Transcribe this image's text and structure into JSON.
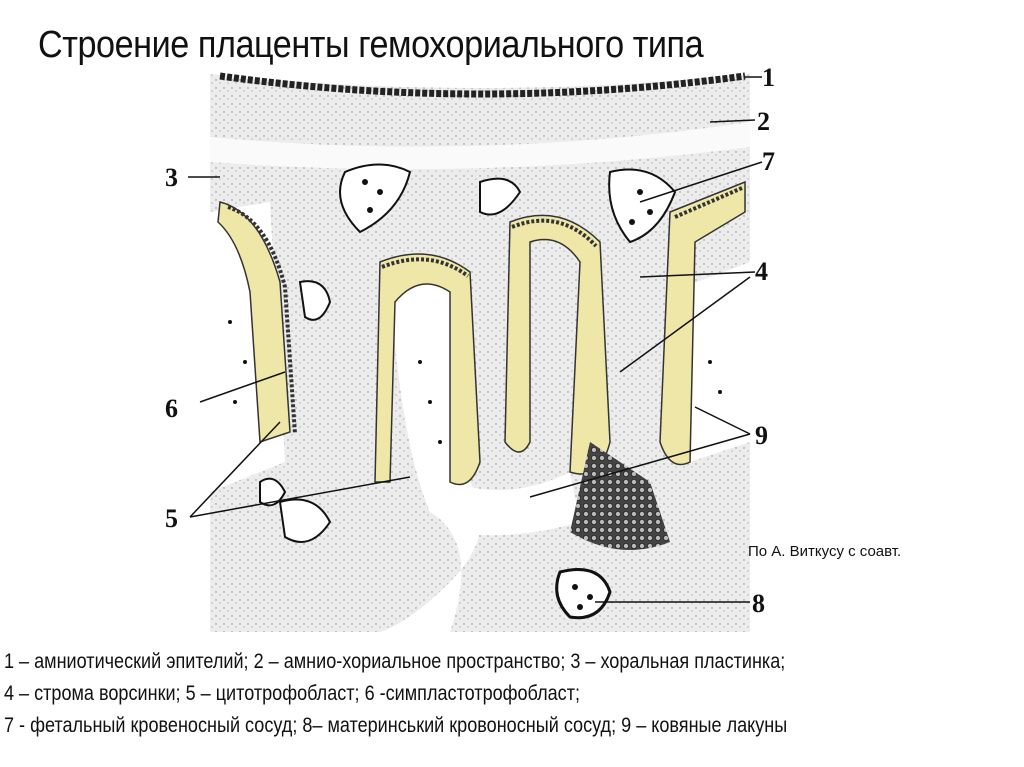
{
  "slide": {
    "title": "Строение плаценты гемохориального типа",
    "credit": "По А. Виткусу с соавт."
  },
  "figure": {
    "labels": [
      "1",
      "2",
      "3",
      "4",
      "5",
      "6",
      "7",
      "8",
      "9"
    ],
    "colors": {
      "background": "#ffffff",
      "tissue": "#ececec",
      "syncytium": "#efe7a8",
      "ink": "#1a1a1a"
    }
  },
  "legend": {
    "lines": [
      "1 – амниотический эпителий; 2 – амнио-хориальное пространство; 3 – хоральная пластинка;",
      "4 – строма ворсинки; 5 – цитотрофобласт; 6 -симпластотрофобласт;",
      "7 - фетальный кровеносный сосуд; 8– материнський кровоносный сосуд; 9 – ковяные лакуны"
    ]
  }
}
